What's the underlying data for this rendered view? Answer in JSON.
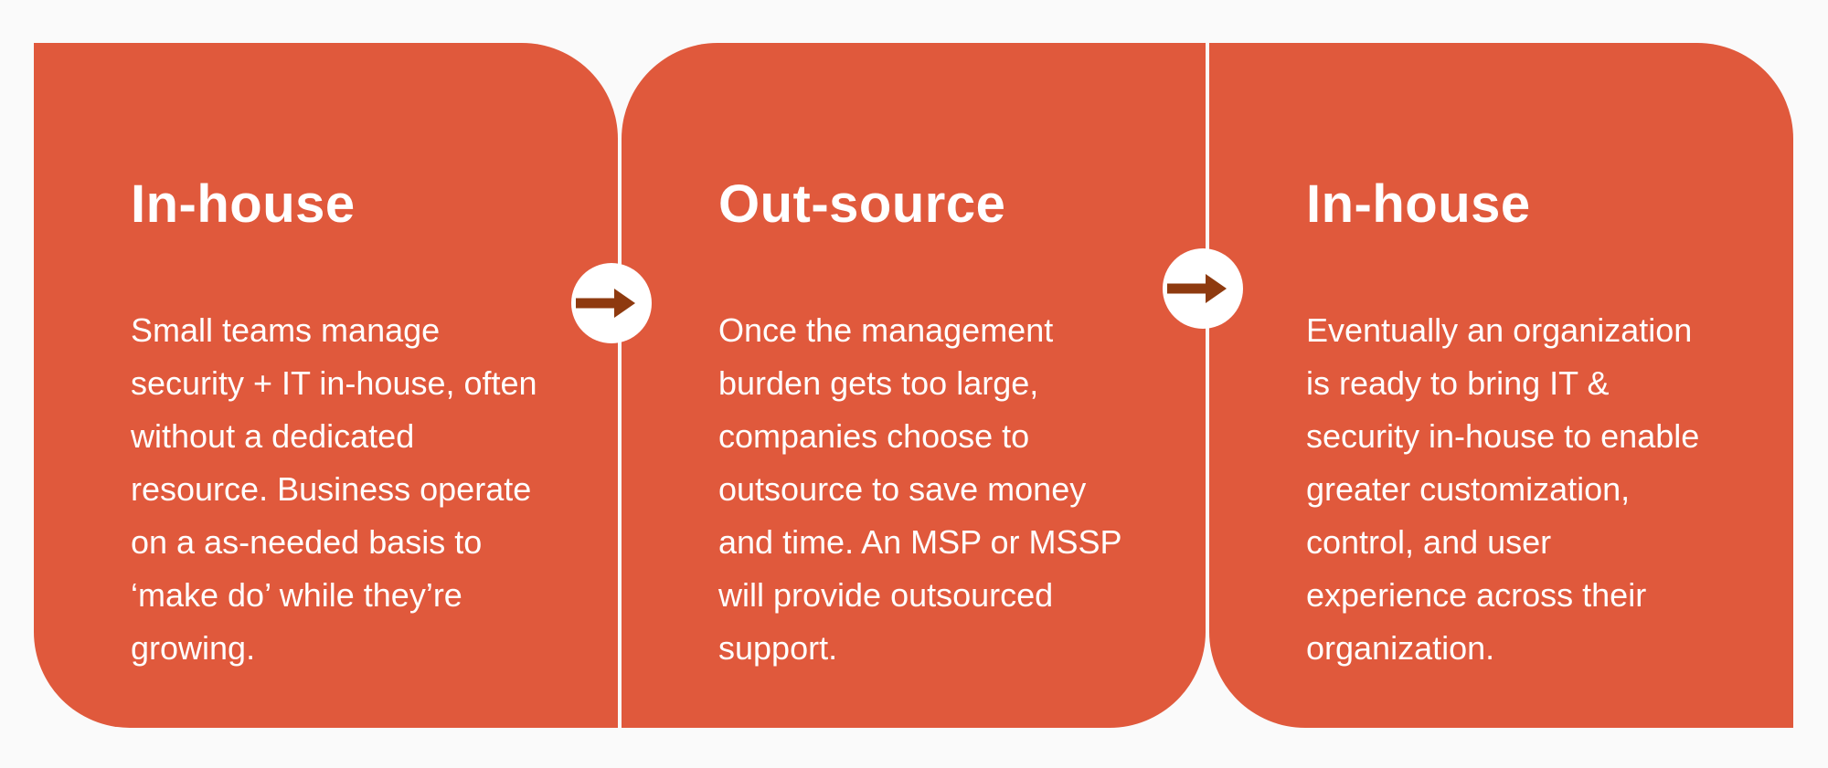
{
  "colors": {
    "background": "#FAFAFA",
    "card": "#E0593C",
    "text": "#FFFFFF",
    "arrow": "#8E3A0F",
    "separator": "#FFFFFF"
  },
  "cards": [
    {
      "title": "In-house",
      "body": "Small teams manage\nsecurity + IT in-house, often\nwithout a dedicated\nresource. Business operate\non a as-needed basis to\n‘make do’ while they’re\ngrowing."
    },
    {
      "title": "Out-source",
      "body": "Once the management\nburden gets too large,\ncompanies choose to\noutsource to save money\nand time. An MSP or MSSP\nwill provide outsourced\nsupport."
    },
    {
      "title": "In-house",
      "body": "Eventually an organization\nis ready to bring IT &\nsecurity in-house to enable\ngreater customization,\ncontrol, and user\nexperience across their\norganization."
    }
  ],
  "connectors": [
    {
      "icon": "arrow-right"
    },
    {
      "icon": "arrow-right"
    }
  ]
}
